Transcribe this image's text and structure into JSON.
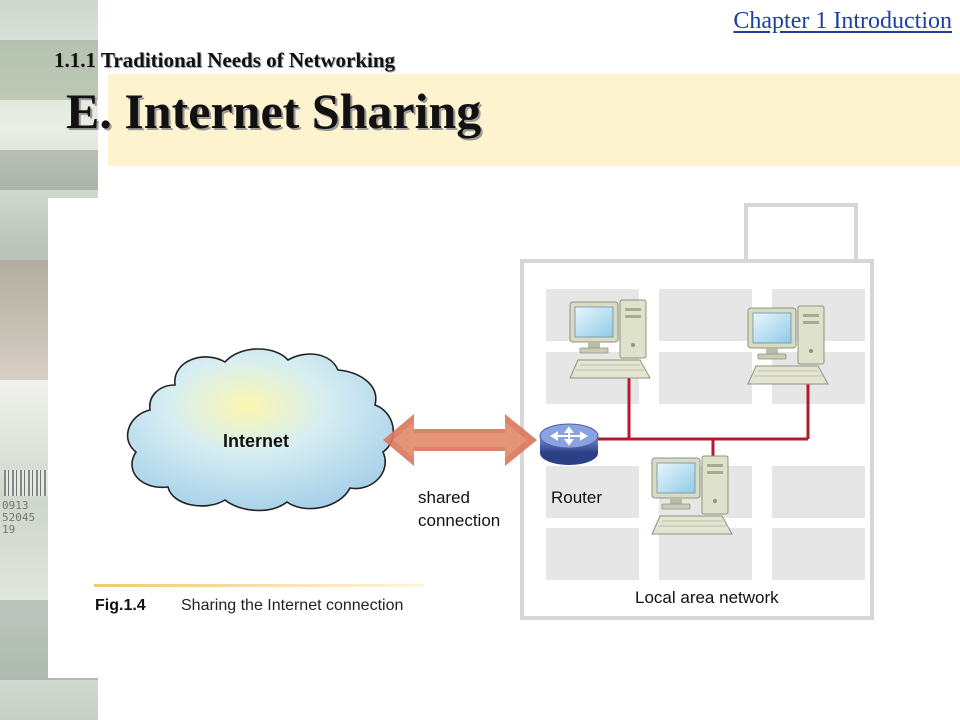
{
  "header": {
    "chapter": "Chapter 1  Introduction",
    "section": "1.1.1  Traditional Needs of Networking",
    "title": "E. Internet Sharing"
  },
  "diagram": {
    "cloud_label": "Internet",
    "connection_label_line1": "shared",
    "connection_label_line2": "connection",
    "router_label": "Router",
    "lan_label": "Local area network",
    "caption_number": "Fig.1.4",
    "caption_text": "Sharing the Internet connection",
    "left_strip_text": [
      "0913",
      "52045",
      "19"
    ]
  },
  "colors": {
    "chapter_link": "#1e3fa0",
    "title_band": "#fdf3cf",
    "lan_cable": "#b51a2a",
    "arrow": "#d9755c",
    "router": "#3f56a0",
    "cloud_fill": "#cfe6f4",
    "building_outline": "#d6d6d6"
  },
  "icons": [
    "internet-cloud-icon",
    "router-icon",
    "computer-icon"
  ]
}
